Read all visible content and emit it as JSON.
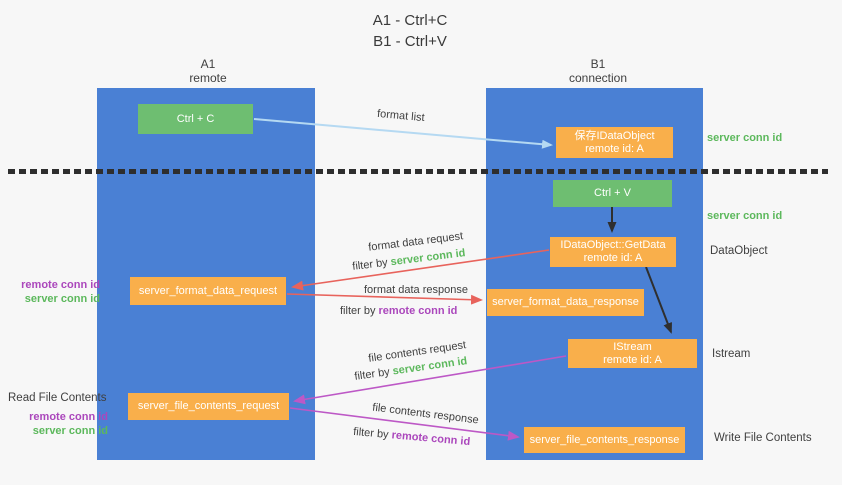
{
  "title": {
    "line1": "A1 - Ctrl+C",
    "line2": "B1 - Ctrl+V"
  },
  "lanes": [
    {
      "id": "A1",
      "header_line1": "A1",
      "header_line2": "remote"
    },
    {
      "id": "B1",
      "header_line1": "B1",
      "header_line2": "connection"
    }
  ],
  "nodes": {
    "ctrl_c": "Ctrl + C",
    "ctrl_v": "Ctrl + V",
    "save_dataobject_line1": "保存IDataObject",
    "save_dataobject_line2": "remote id: A",
    "getdata_line1": "IDataObject::GetData",
    "getdata_line2": "remote id: A",
    "istream_line1": "IStream",
    "istream_line2": "remote id: A",
    "format_request": "server_format_data_request",
    "format_response": "server_format_data_response",
    "file_request": "server_file_contents_request",
    "file_response": "server_file_contents_response"
  },
  "edge_labels": {
    "format_list": "format list",
    "format_data_request": "format data request",
    "format_data_response": "format data response",
    "file_contents_request": "file contents request",
    "file_contents_response": "file contents response",
    "filter_by": "filter by",
    "server_conn_id": "server conn id",
    "remote_conn_id": "remote conn id"
  },
  "side_labels": {
    "server_conn_id_top": "server conn id",
    "server_conn_id_mid": "server conn id",
    "dataobject": "DataObject",
    "istream": "Istream",
    "write_file_contents": "Write File Contents",
    "read_file_contents": "Read File Contents",
    "remote_conn_id": "remote conn id",
    "server_conn_id": "server conn id"
  },
  "colors": {
    "lane_blue": "#4a80d4",
    "node_orange": "#f9af4b",
    "node_green": "#6ebe71",
    "accent_green_text": "#5cb85c",
    "accent_purple_text": "#ab47bc",
    "arrow_red": "#e8635c",
    "arrow_magenta": "#bd58c6",
    "arrow_light_blue": "#b5d9f2",
    "arrow_black": "#2f2f2f",
    "background": "#f7f7f7"
  }
}
